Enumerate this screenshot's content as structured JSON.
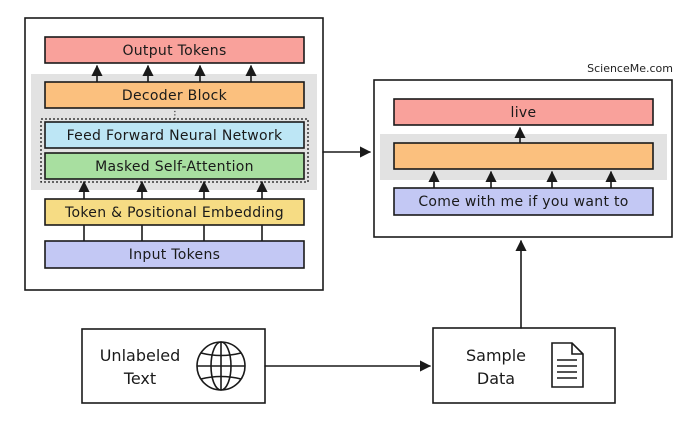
{
  "watermark": "ScienceMe.com",
  "colors": {
    "output": "#f9a19b",
    "decoder": "#fbc07e",
    "ffn": "#bde6f5",
    "attention": "#a8dfa0",
    "embedding": "#f6dc84",
    "input": "#c3c8f4",
    "highlight": "#e2e2e2"
  },
  "left_model": {
    "output_tokens": "Output Tokens",
    "decoder_block": "Decoder Block",
    "ellipsis": "⋮",
    "feed_forward": "Feed Forward Neural Network",
    "self_attention": "Masked Self-Attention",
    "embedding": "Token & Positional Embedding",
    "input_tokens": "Input Tokens"
  },
  "right_model": {
    "output_word": "live",
    "input_sentence": "Come with me if you want to"
  },
  "unlabeled_text": {
    "line1": "Unlabeled",
    "line2": "Text",
    "icon": "globe-icon"
  },
  "sample_data": {
    "line1": "Sample",
    "line2": "Data",
    "icon": "document-icon"
  }
}
